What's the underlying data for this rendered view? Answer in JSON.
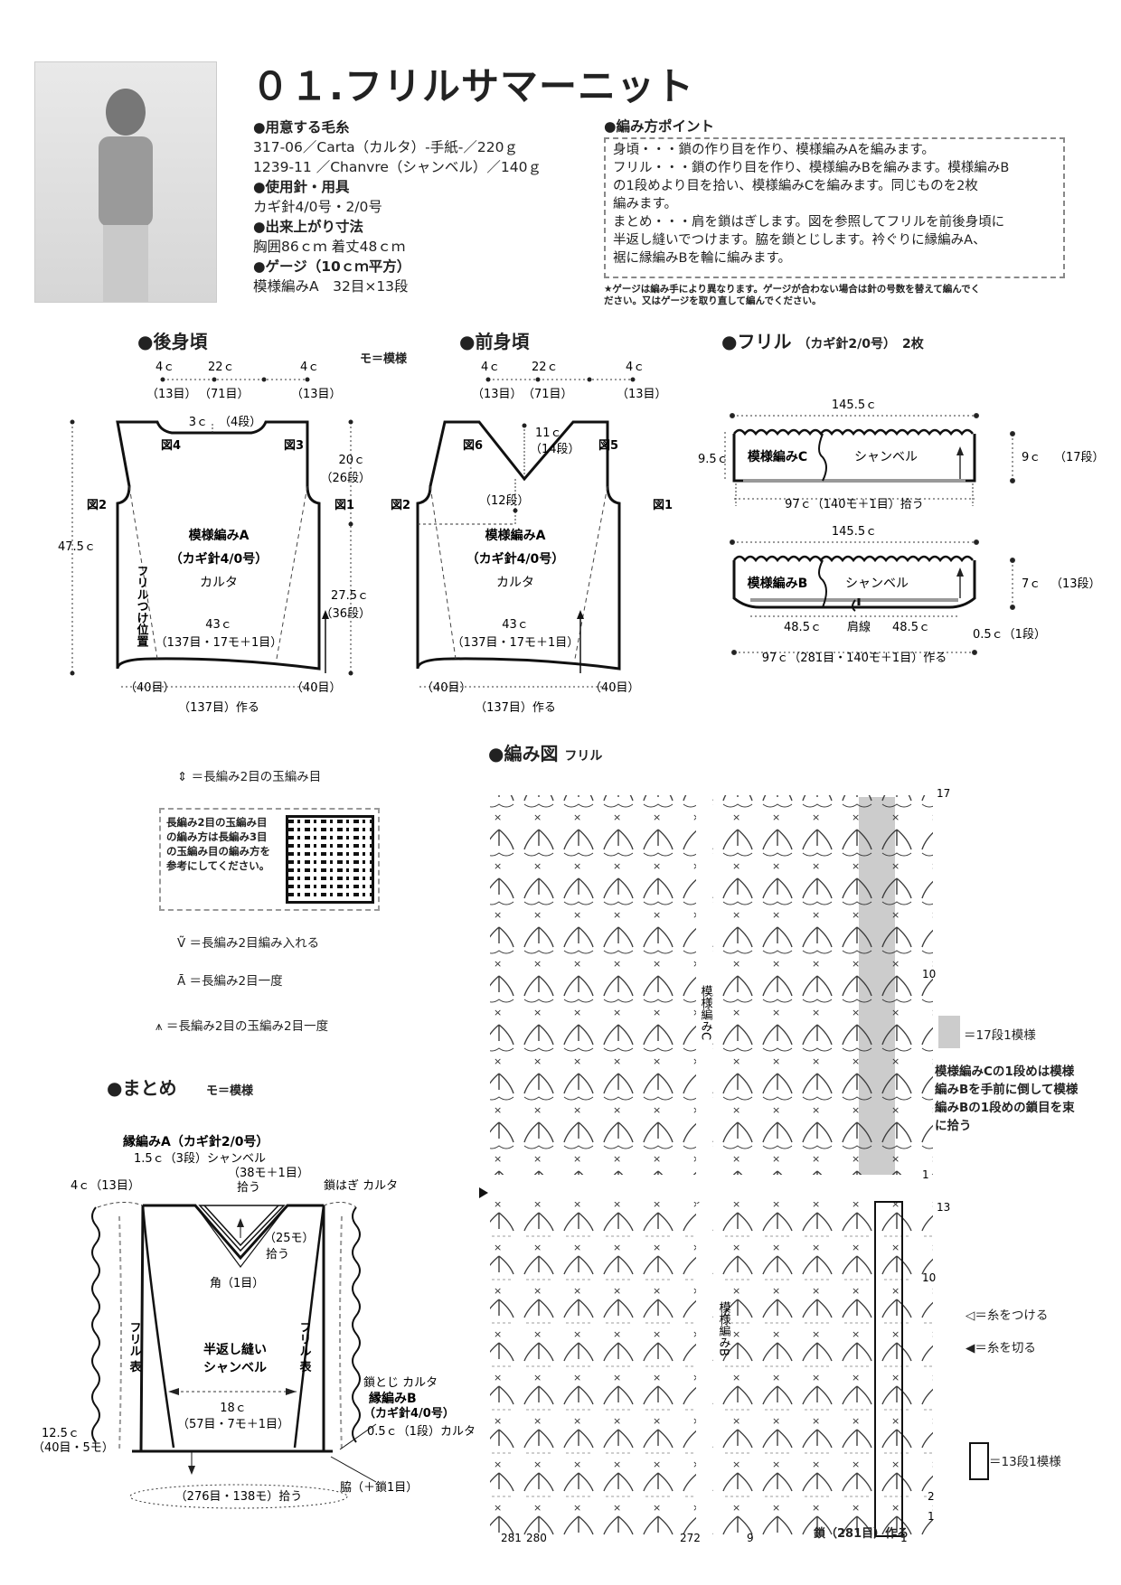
{
  "title": "０１.フリルサマーニット",
  "yarn": {
    "heading": "●用意する毛糸",
    "line1": "317-06／Carta（カルタ）-手紙-／220ｇ",
    "line2": "1239-11 ／Chanvre（シャンベル）／140ｇ"
  },
  "hook": {
    "heading": "●使用針・用具",
    "value": "カギ針4/0号・2/0号"
  },
  "size": {
    "heading": "●出来上がり寸法",
    "value": "胸囲86ｃｍ 着丈48ｃｍ"
  },
  "gauge": {
    "heading": "●ゲージ（10ｃｍ平方）",
    "value": "模様編みA　32目×13段"
  },
  "points": {
    "heading": "●編み方ポイント",
    "l1": "身頃・・・鎖の作り目を作り、模様編みAを編みます。",
    "l2": "フリル・・・鎖の作り目を作り、模様編みBを編みます。模様編みB",
    "l3": "の1段めより目を拾い、模様編みCを編みます。同じものを2枚",
    "l4": "編みます。",
    "l5": "まとめ・・・肩を鎖はぎします。図を参照してフリルを前後身頃に",
    "l6": "半返し縫いでつけます。脇を鎖とじします。衿ぐりに縁編みA、",
    "l7": "裾に縁編みBを輪に編みます。"
  },
  "gauge_note": {
    "l1": "★ゲージは編み手により異なります。ゲージが合わない場合は針の号数を替えて編んでく",
    "l2": "ださい。又はゲージを取り直して編んでください。"
  },
  "back": {
    "heading": "●後身頃",
    "mo": "モ＝模様",
    "top_l": "4ｃ",
    "top_l2": "（13目）",
    "top_c": "22ｃ",
    "top_c2": "（71目）",
    "top_r": "4ｃ",
    "top_r2": "（13目）",
    "neck": "3ｃ",
    "neck2": "（4段）",
    "fig4": "図4",
    "fig3": "図3",
    "fig2": "図2",
    "fig1": "図1",
    "arm": "20ｃ",
    "arm2": "（26段）",
    "height": "47.5ｃ",
    "body": "27.5ｃ",
    "body2": "（36段）",
    "pattern": "模様編みA",
    "hook": "（カギ針4/0号）",
    "yarn": "カルタ",
    "frill_pos": "フリルつけ位置",
    "width": "43ｃ",
    "width2": "（137目・17モ＋1目）",
    "bl": "（40目）",
    "br": "（40目）",
    "start": "（137目）作る"
  },
  "front": {
    "heading": "●前身頃",
    "top_l": "4ｃ",
    "top_l2": "（13目）",
    "top_c": "22ｃ",
    "top_c2": "（71目）",
    "top_r": "4ｃ",
    "top_r2": "（13目）",
    "neck": "11ｃ",
    "neck2": "（14段）",
    "step": "（12段）",
    "fig6": "図6",
    "fig5": "図5",
    "fig2": "図2",
    "fig1": "図1",
    "pattern": "模様編みA",
    "hook": "（カギ針4/0号）",
    "yarn": "カルタ",
    "width": "43ｃ",
    "width2": "（137目・17モ＋1目）",
    "bl": "（40目）",
    "br": "（40目）",
    "start": "（137目）作る"
  },
  "frill": {
    "heading": "●フリル",
    "sub": "（カギ針2/0号）",
    "count": "2枚",
    "w1": "145.5ｃ",
    "h1": "9.5ｃ",
    "pc": "模様編みC",
    "yc": "シャンベル",
    "r1": "9ｃ",
    "r1b": "（17段）",
    "pick": "97ｃ（140モ＋1目）拾う",
    "w2": "145.5ｃ",
    "pb": "模様編みB",
    "yb": "シャンベル",
    "r2": "7ｃ",
    "r2b": "（13段）",
    "s1": "48.5ｃ",
    "mid": "肩線",
    "s2": "48.5ｃ",
    "r3": "0.5ｃ（1段）",
    "start": "97ｃ（281目・140モ＋1目）作る"
  },
  "legend": {
    "l1": "＝長編み2目の玉編み目",
    "qr": "長編み2目の玉編み目の編み方は長編み3目の玉編み目の編み方を参考にしてください。",
    "l2": "＝長編み2目編み入れる",
    "l3": "＝長編み2目一度",
    "l4": "＝長編み2目の玉編み2目一度"
  },
  "matome": {
    "heading": "●まとめ",
    "mo": "モ＝模様",
    "edgeA": "縁編みA（カギ針2/0号）",
    "edgeA2": "1.5ｃ（3段）シャンベル",
    "left_top": "4ｃ（13目）",
    "pick1": "（38モ＋1目）",
    "pick1b": "拾う",
    "shoulder": "鎖はぎ カルタ",
    "pick2": "（25モ）",
    "pick2b": "拾う",
    "corner": "角（1目）",
    "frill_l": "フリル 表",
    "frill_r": "フリル 表",
    "sew": "半返し縫い",
    "sew2": "シャンベル",
    "side": "鎖とじ カルタ",
    "mid": "18ｃ",
    "mid2": "（57目・7モ＋1目）",
    "edgeB": "縁編みB",
    "edgeB2": "（カギ針4/0号）",
    "edgeB3": "0.5ｃ（1段）カルタ",
    "left": "12.5ｃ",
    "left2": "（40目・5モ）",
    "waist": "脇（＋鎖1目）",
    "bottom": "（276目・138モ）拾う"
  },
  "chart": {
    "heading": "●編み図",
    "sub": "フリル",
    "patC": "模様編みC",
    "patB": "模様編みB",
    "r17": "17",
    "r10a": "10",
    "r1a": "1",
    "r13": "13",
    "r10b": "10",
    "r2": "2",
    "r1b": "1",
    "n281": "281",
    "n280": "280",
    "n272": "272",
    "n9": "9",
    "n1": "1",
    "start": "鎖（281目）作る",
    "rep17": "＝17段1模様",
    "noteC": "模様編みCの1段めは模様編みBを手前に倒して模様編みBの1段めの鎖目を束に拾う",
    "attach": "＝糸をつける",
    "cut": "＝糸を切る",
    "rep13": "＝13段1模様"
  }
}
